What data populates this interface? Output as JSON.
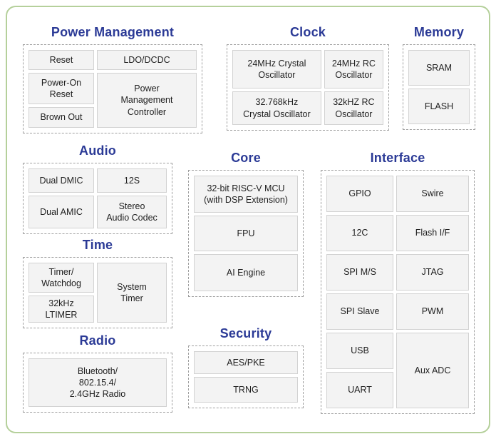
{
  "colors": {
    "title_blue": "#2b3a96",
    "frame_green": "#b5d09b",
    "cell_gray": "#f3f3f3"
  },
  "sections": {
    "power": {
      "title": "Power Management",
      "cells": [
        "Reset",
        "LDO/DCDC",
        "Power-On\nReset",
        "Power\nManagement\nController",
        "Brown Out"
      ]
    },
    "clock": {
      "title": "Clock",
      "cells": [
        "24MHz Crystal\nOscillator",
        "24MHz RC\nOscillator",
        "32.768kHz\nCrystal Oscillator",
        "32kHZ RC\nOscillator"
      ]
    },
    "memory": {
      "title": "Memory",
      "cells": [
        "SRAM",
        "FLASH"
      ]
    },
    "audio": {
      "title": "Audio",
      "cells": [
        "Dual DMIC",
        "12S",
        "Dual AMIC",
        "Stereo\nAudio Codec"
      ]
    },
    "core": {
      "title": "Core",
      "cells": [
        "32-bit RISC-V MCU\n(with DSP Extension)",
        "FPU",
        "AI Engine"
      ]
    },
    "interface": {
      "title": "Interface",
      "cells": [
        "GPIO",
        "Swire",
        "12C",
        "Flash I/F",
        "SPI M/S",
        "JTAG",
        "SPI Slave",
        "PWM",
        "USB",
        "Aux ADC",
        "UART"
      ]
    },
    "time": {
      "title": "Time",
      "cells": [
        "Timer/\nWatchdog",
        "System\nTimer",
        "32kHz\nLTIMER"
      ]
    },
    "radio": {
      "title": "Radio",
      "cells": [
        "Bluetooth/\n802.15.4/\n2.4GHz Radio"
      ]
    },
    "security": {
      "title": "Security",
      "cells": [
        "AES/PKE",
        "TRNG"
      ]
    }
  }
}
